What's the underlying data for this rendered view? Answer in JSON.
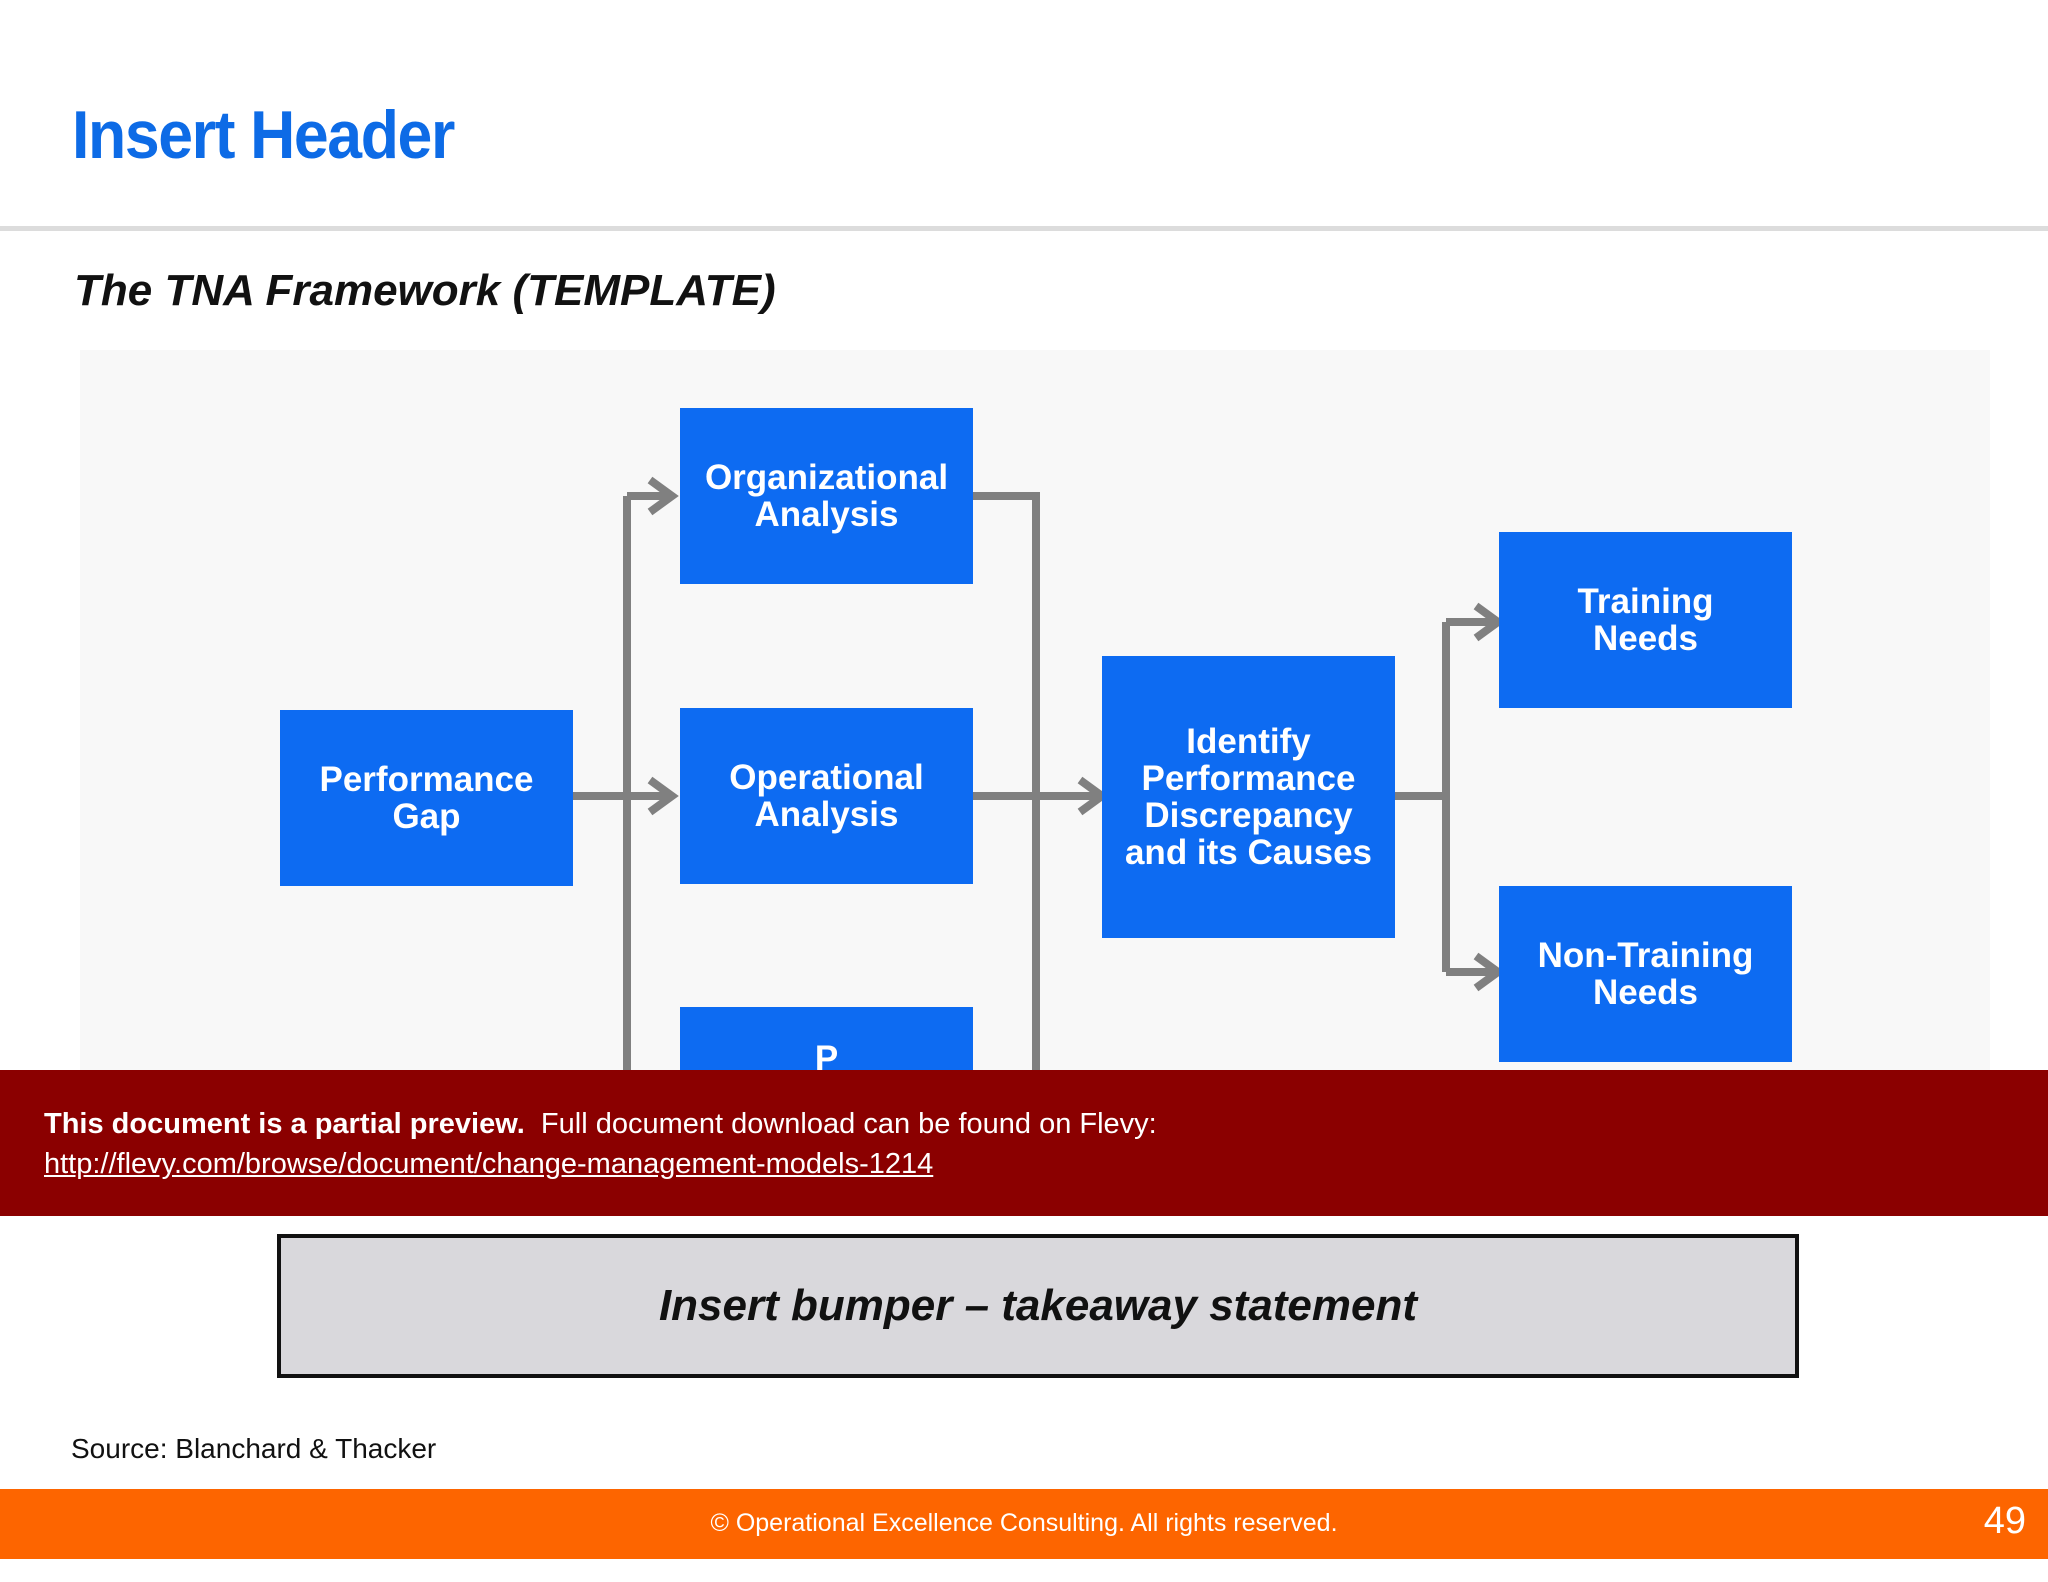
{
  "header": {
    "title": "Insert Header"
  },
  "subtitle": "The TNA Framework (TEMPLATE)",
  "diagram": {
    "boxes": {
      "performance_gap": "Performance\nGap",
      "organizational_analysis": "Organizational\nAnalysis",
      "operational_analysis": "Operational\nAnalysis",
      "person_analysis_partial": "P",
      "identify_discrepancy": "Identify\nPerformance\nDiscrepancy\nand its Causes",
      "training_needs": "Training\nNeeds",
      "non_training_needs": "Non-Training\nNeeds"
    },
    "colors": {
      "box": "#0d6bf2",
      "connector": "#808080"
    }
  },
  "preview_banner": {
    "bold_text": "This document is a partial preview.",
    "text": "Full document download can be found on Flevy:",
    "link": "http://flevy.com/browse/document/change-management-models-1214"
  },
  "bumper": {
    "text": "Insert bumper – takeaway statement"
  },
  "source": "Source: Blanchard & Thacker",
  "footer": {
    "text": "© Operational Excellence Consulting.  All rights reserved.",
    "page_number": "49"
  },
  "colors": {
    "header": "#0d6be6",
    "banner": "#8b0000",
    "footer": "#fd6500"
  }
}
